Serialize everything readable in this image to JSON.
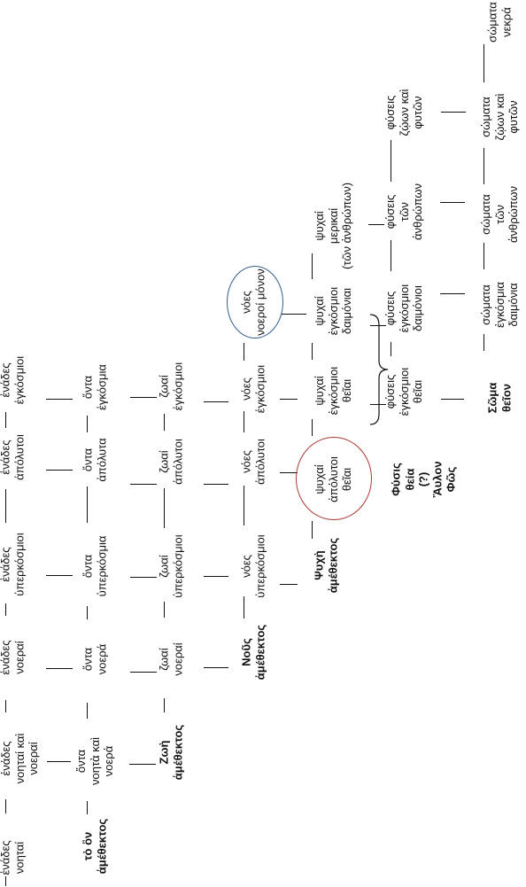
{
  "colors": {
    "blue_ring": "#2f5f8f",
    "red_ring": "#a83a32",
    "ink": "#111111"
  },
  "row1": {
    "c1": {
      "l1": "ἑνάδες",
      "l2": "νοηταί"
    },
    "c2": {
      "l1": "ἑνάδες",
      "l2": "νοηταί καὶ",
      "l3": "νοεραί"
    },
    "c3": {
      "l1": "ἑνάδες",
      "l2": "νοεραί"
    },
    "c4": {
      "l1": "ἑνάδες",
      "l2": "ὑπερκόσμιοι"
    },
    "c5": {
      "l1": "ἑνάδες",
      "l2": "ἀπόλυτοι"
    },
    "c6": {
      "l1": "ἑνάδες",
      "l2": "ἐγκόσμιοι"
    }
  },
  "row2": {
    "c1": {
      "l1": "τὸ ὂν",
      "l2": "ἀμέθεκτος"
    },
    "c2": {
      "l1": "ὄντα",
      "l2": "νοητὰ καὶ",
      "l3": "νοερά"
    },
    "c3": {
      "l1": "ὄντα",
      "l2": "νοερά"
    },
    "c4": {
      "l1": "ὄντα",
      "l2": "ὑπερκόσμια"
    },
    "c5": {
      "l1": "ὄντα",
      "l2": "ἀπόλυτα"
    },
    "c6": {
      "l1": "ὄντα",
      "l2": "ἐγκόσμια"
    }
  },
  "row3": {
    "c2": {
      "l1": "Ζωὴ",
      "l2": "ἀμέθεκτος"
    },
    "c3": {
      "l1": "ζωαί",
      "l2": "νοεραί"
    },
    "c4": {
      "l1": "ζωαί",
      "l2": "ὑπερκόσμιοι"
    },
    "c5": {
      "l1": "ζωαί",
      "l2": "ἀπόλυτοι"
    },
    "c6": {
      "l1": "ζωαί",
      "l2": "ἐγκόσμιοι"
    }
  },
  "row4": {
    "c3": {
      "l1": "Νοῦς",
      "l2": "ἀμέθεκτος"
    },
    "c4": {
      "l1": "νόες",
      "l2": "ὑπερκόσμιοι"
    },
    "c5": {
      "l1": "νόες",
      "l2": "ἀπόλυτοι"
    },
    "c6": {
      "l1": "νόες",
      "l2": "ἐγκόσμιοι"
    },
    "c7": {
      "l1": "νόες",
      "l2": "νοεροί μόνον"
    }
  },
  "row5": {
    "c4": {
      "l1": "Ψυχὴ",
      "l2": "ἀμέθεκτος"
    },
    "c5": {
      "l1": "ψυχαί",
      "l2": "ἀπόλυτοι",
      "l3": "θεῖαι"
    },
    "c6": {
      "l1": "ψυχαί",
      "l2": "ἐγκόσμιοι",
      "l3": "θεῖαι"
    },
    "c7": {
      "l1": "ψυχαί",
      "l2": "ἐγκόσμιοι",
      "l3": "δαιμόνιαι"
    },
    "c8": {
      "l1": "ψυχαί",
      "l2": "μερικαί",
      "l3": "(τῶν ἀνθρώπων)"
    }
  },
  "row6": {
    "c5": {
      "l1": "Φύσις",
      "l2": "θεία",
      "l3": "(?)",
      "l4": "Ἄυλον",
      "l5": "Φῶς"
    },
    "c6": {
      "l1": "φύσεις",
      "l2": "ἐγκόσμιοι",
      "l3": "θεῖαι"
    },
    "c7": {
      "l1": "φύσεις",
      "l2": "ἐγκόσμιοι",
      "l3": "δαιμόνιοι"
    },
    "c8": {
      "l1": "φύσεις",
      "l2": "τῶν",
      "l3": "ἀνθρώπων"
    },
    "c9": {
      "l1": "φύσεις",
      "l2": "ζῴων καὶ",
      "l3": "φυτῶν"
    }
  },
  "row7": {
    "c6": {
      "l1": "Σῶμα",
      "l2": "θεῖον"
    },
    "c7": {
      "l1": "σώματα",
      "l2": "ἐγκόσμια",
      "l3": "δαιμόνια"
    },
    "c8": {
      "l1": "σώματα",
      "l2": "τῶν",
      "l3": "ἀνθρώπων"
    },
    "c9": {
      "l1": "σώματα",
      "l2": "ζῴων καὶ",
      "l3": "φυτῶν"
    },
    "c10": {
      "l1": "σώματα",
      "l2": "νεκρά"
    }
  }
}
